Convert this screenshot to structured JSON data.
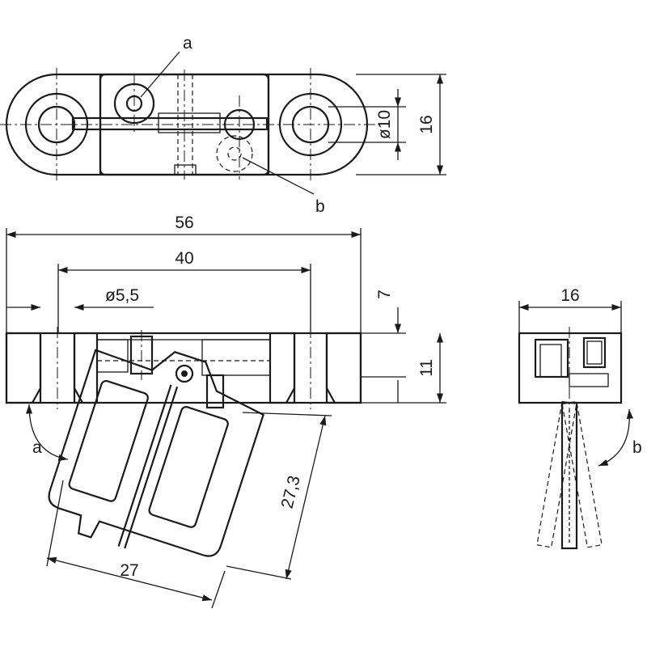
{
  "labels": {
    "callout_a_top": "a",
    "callout_b_top": "b",
    "callout_a_side": "a",
    "callout_b_side": "b"
  },
  "dimensions": {
    "diameter_10": "ø10",
    "width_16_top": "16",
    "length_56": "56",
    "length_40": "40",
    "diameter_5_5": "ø5,5",
    "height_7": "7",
    "height_11": "11",
    "width_16_end": "16",
    "handle_27": "27",
    "handle_27_3": "27,3"
  }
}
